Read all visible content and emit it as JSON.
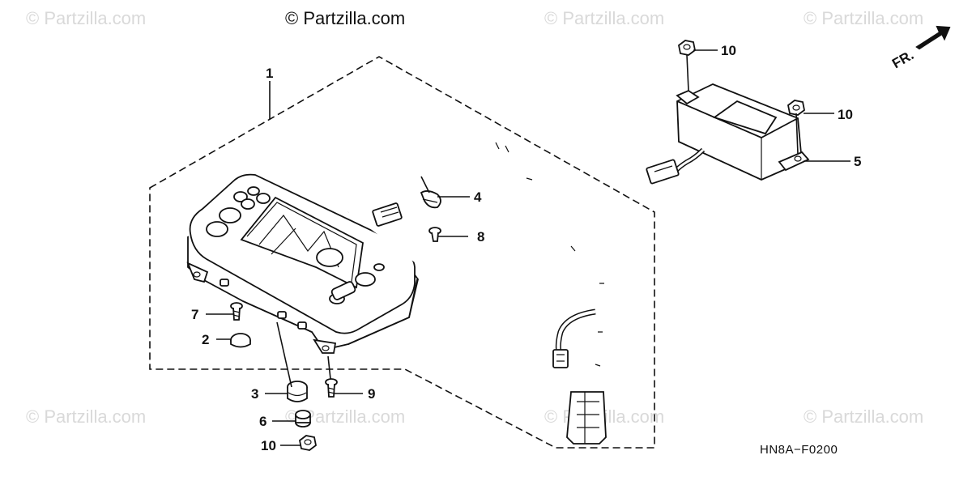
{
  "watermarks": {
    "main": "© Partzilla.com",
    "faint": "© Partzilla.com"
  },
  "direction_label": "FR.",
  "drawing_code": "HN8A−F0200",
  "callouts": [
    {
      "id": "c1",
      "label": "1"
    },
    {
      "id": "c2",
      "label": "2"
    },
    {
      "id": "c3",
      "label": "3"
    },
    {
      "id": "c4",
      "label": "4"
    },
    {
      "id": "c5",
      "label": "5"
    },
    {
      "id": "c6",
      "label": "6"
    },
    {
      "id": "c7",
      "label": "7"
    },
    {
      "id": "c8",
      "label": "8"
    },
    {
      "id": "c9",
      "label": "9"
    },
    {
      "id": "c10a",
      "label": "10"
    },
    {
      "id": "c10b",
      "label": "10"
    },
    {
      "id": "c10c",
      "label": "10"
    }
  ]
}
